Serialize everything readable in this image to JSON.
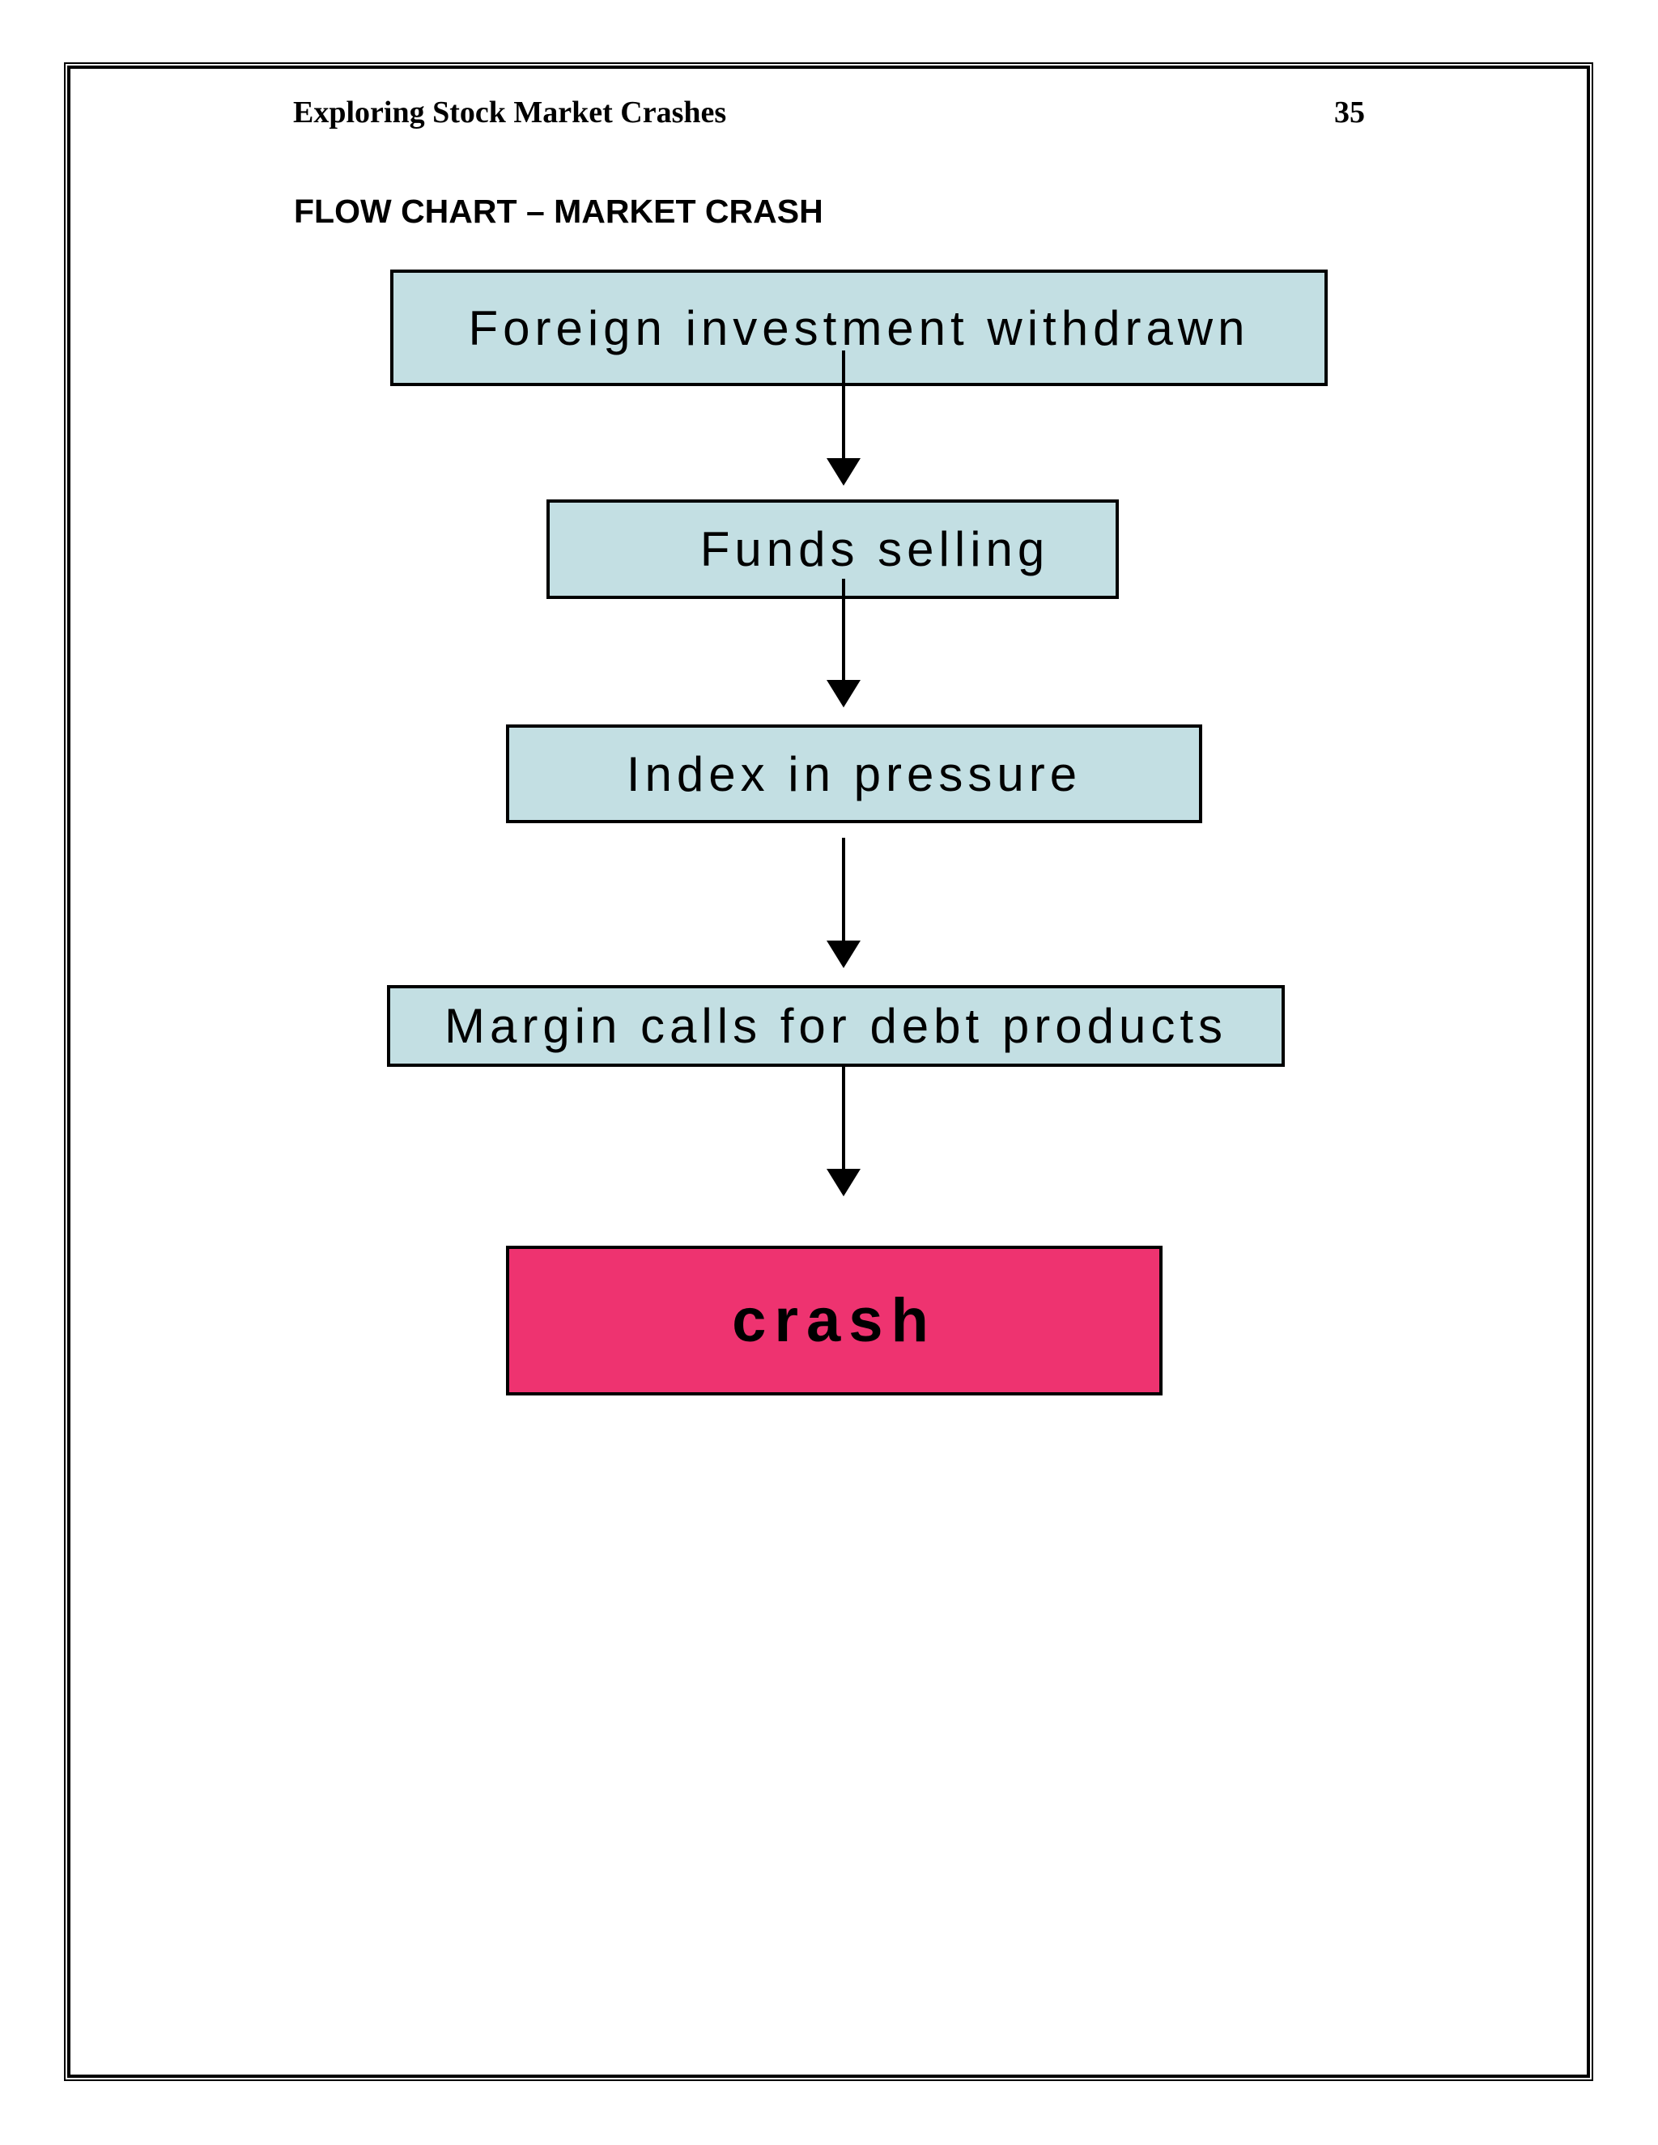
{
  "header": {
    "title": "Exploring Stock Market Crashes",
    "page_number": "35"
  },
  "section_title": "FLOW CHART – MARKET CRASH",
  "flowchart": {
    "type": "flow",
    "direction": "top-down",
    "nodes": [
      {
        "label": "Foreign investment withdrawn",
        "kind": "step"
      },
      {
        "label": "Funds selling",
        "kind": "step"
      },
      {
        "label": "Index in pressure",
        "kind": "step"
      },
      {
        "label": "Margin calls for debt products",
        "kind": "step"
      },
      {
        "label": "crash",
        "kind": "terminal"
      }
    ],
    "edges": [
      [
        0,
        1
      ],
      [
        1,
        2
      ],
      [
        2,
        3
      ],
      [
        3,
        4
      ]
    ],
    "colors": {
      "step_fill": "#c3dfe3",
      "terminal_fill": "#ee3370",
      "stroke": "#000000"
    }
  }
}
